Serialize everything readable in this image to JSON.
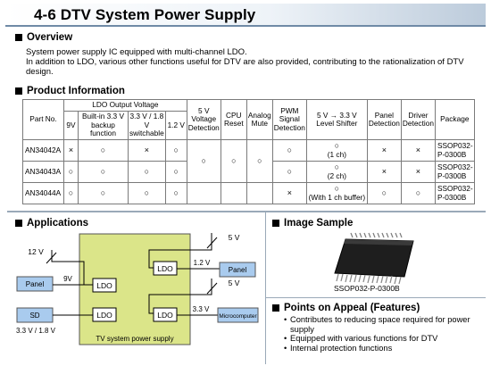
{
  "title": "4-6 DTV System Power Supply",
  "overview": {
    "heading": "Overview",
    "line1": "System power supply IC equipped with multi-channel LDO.",
    "line2": "In addition to LDO, various other functions useful for DTV are also provided, contributing to the rationalization of DTV design."
  },
  "product_info": {
    "heading": "Product Information",
    "headers": {
      "part_no": "Part No.",
      "ldo_group": "LDO Output Voltage",
      "v9": "9V",
      "builtin": "Built-in 3.3 V backup function",
      "switchable": "3.3 V / 1.8 V switchable",
      "v12": "1.2 V",
      "v5det": "5 V Voltage Detection",
      "cpu": "CPU Reset",
      "analog": "Analog Mute",
      "pwm": "PWM Signal Detection",
      "shifter": "5 V → 3.3 V Level Shifter",
      "panel": "Panel Detection",
      "driver": "Driver Detection",
      "package": "Package"
    },
    "rows": [
      {
        "part": "AN34042A",
        "v9": "×",
        "builtin": "○",
        "sw": "×",
        "v12": "○",
        "pwm": "○",
        "shifter": "○",
        "shifter_note": "(1 ch)",
        "panel": "×",
        "driver": "×",
        "package": "SSOP032-P-0300B"
      },
      {
        "part": "AN34043A",
        "v9": "○",
        "builtin": "○",
        "sw": "○",
        "v12": "○",
        "pwm": "○",
        "shifter": "○",
        "shifter_note": "(2 ch)",
        "panel": "×",
        "driver": "×",
        "package": "SSOP032-P-0300B"
      },
      {
        "part": "AN34044A",
        "v9": "○",
        "builtin": "○",
        "sw": "○",
        "v12": "○",
        "pwm": "×",
        "shifter": "○",
        "shifter_note": "(With 1 ch buffer)",
        "panel": "○",
        "driver": "○",
        "package": "SSOP032-P-0300B"
      }
    ],
    "shared": {
      "v5det": "○",
      "cpu": "○",
      "analog": "○"
    }
  },
  "applications": {
    "heading": "Applications",
    "block_label": "TV system power supply",
    "ldo": "LDO",
    "in_12v": "12 V",
    "v9": "9V",
    "panel": "Panel",
    "sd": "SD",
    "sd_voltage": "3.3 V / 1.8 V",
    "top_5v": "5 V",
    "v12": "1.2 V",
    "panel_right": "Panel",
    "mid_5v": "5 V",
    "v33": "3.3 V",
    "microcomputer": "Microcomputer"
  },
  "image_sample": {
    "heading": "Image Sample",
    "caption": "SSOP032-P-0300B"
  },
  "points": {
    "heading": "Points on Appeal (Features)",
    "items": [
      "Contributes to reducing space required for power supply",
      "Equipped with various functions for DTV",
      "Internal protection functions"
    ]
  },
  "colors": {
    "tv_block": "#dbe589",
    "box_blue": "#a9cbee",
    "title_accent": "#6f8aa6"
  }
}
